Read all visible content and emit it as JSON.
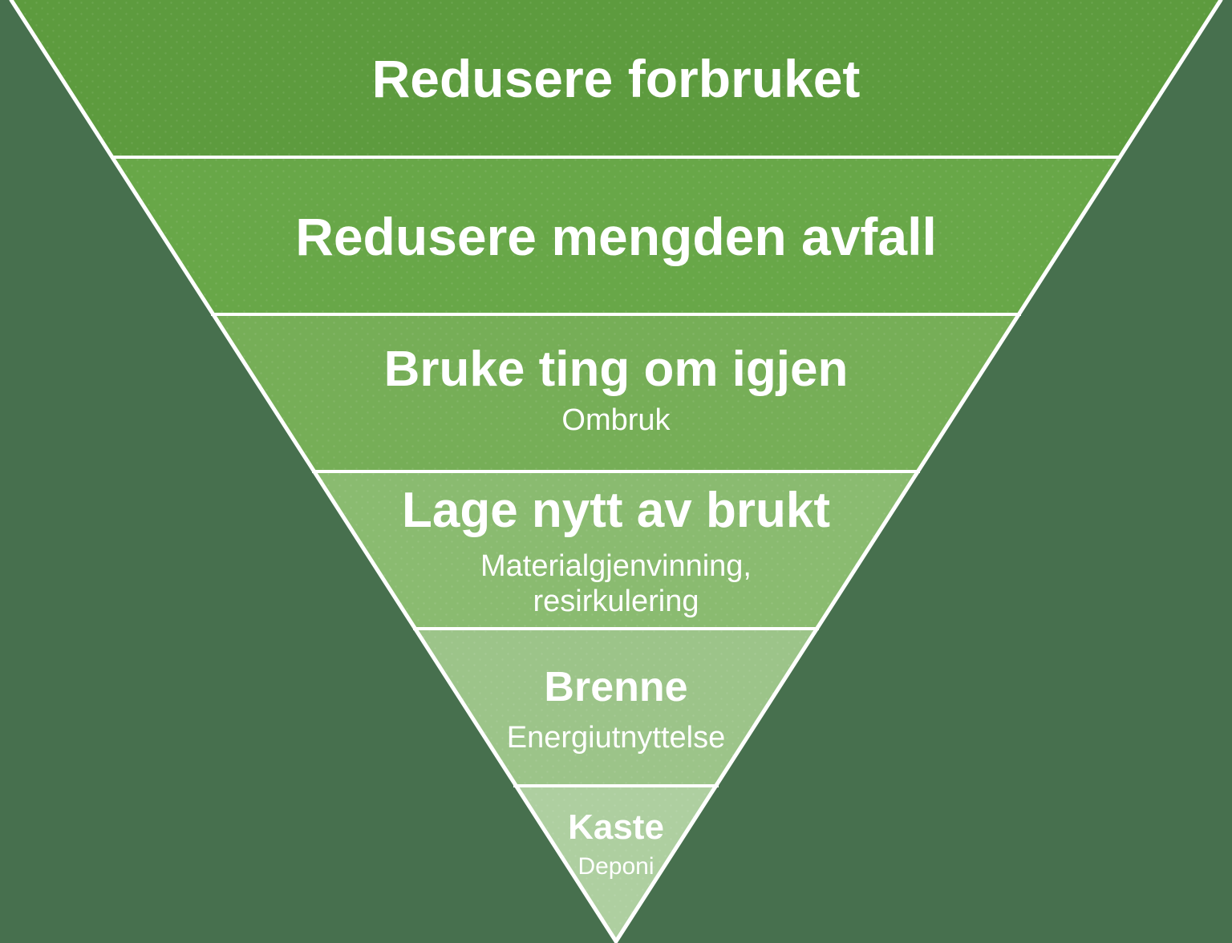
{
  "background_color": "#47704e",
  "line_color": "#ffffff",
  "text_color": "#ffffff",
  "pyramid": {
    "levels": [
      {
        "label": "Redusere forbruket",
        "color": "#5d9b3e"
      },
      {
        "label": "Redusere mengden avfall",
        "color": "#68a748"
      },
      {
        "label": "Bruke ting om igjen",
        "sublabel": "Ombruk",
        "color": "#76ae57"
      },
      {
        "label": "Lage nytt av brukt",
        "sublabel_lines": [
          "Materialgjenvinning,",
          "resirkulering"
        ],
        "color": "#8abb70"
      },
      {
        "label": "Brenne",
        "sublabel": "Energiutnyttelse",
        "color": "#9cc489"
      },
      {
        "label": "Kaste",
        "sublabel": "Deponi",
        "color": "#aecfa0"
      }
    ]
  }
}
